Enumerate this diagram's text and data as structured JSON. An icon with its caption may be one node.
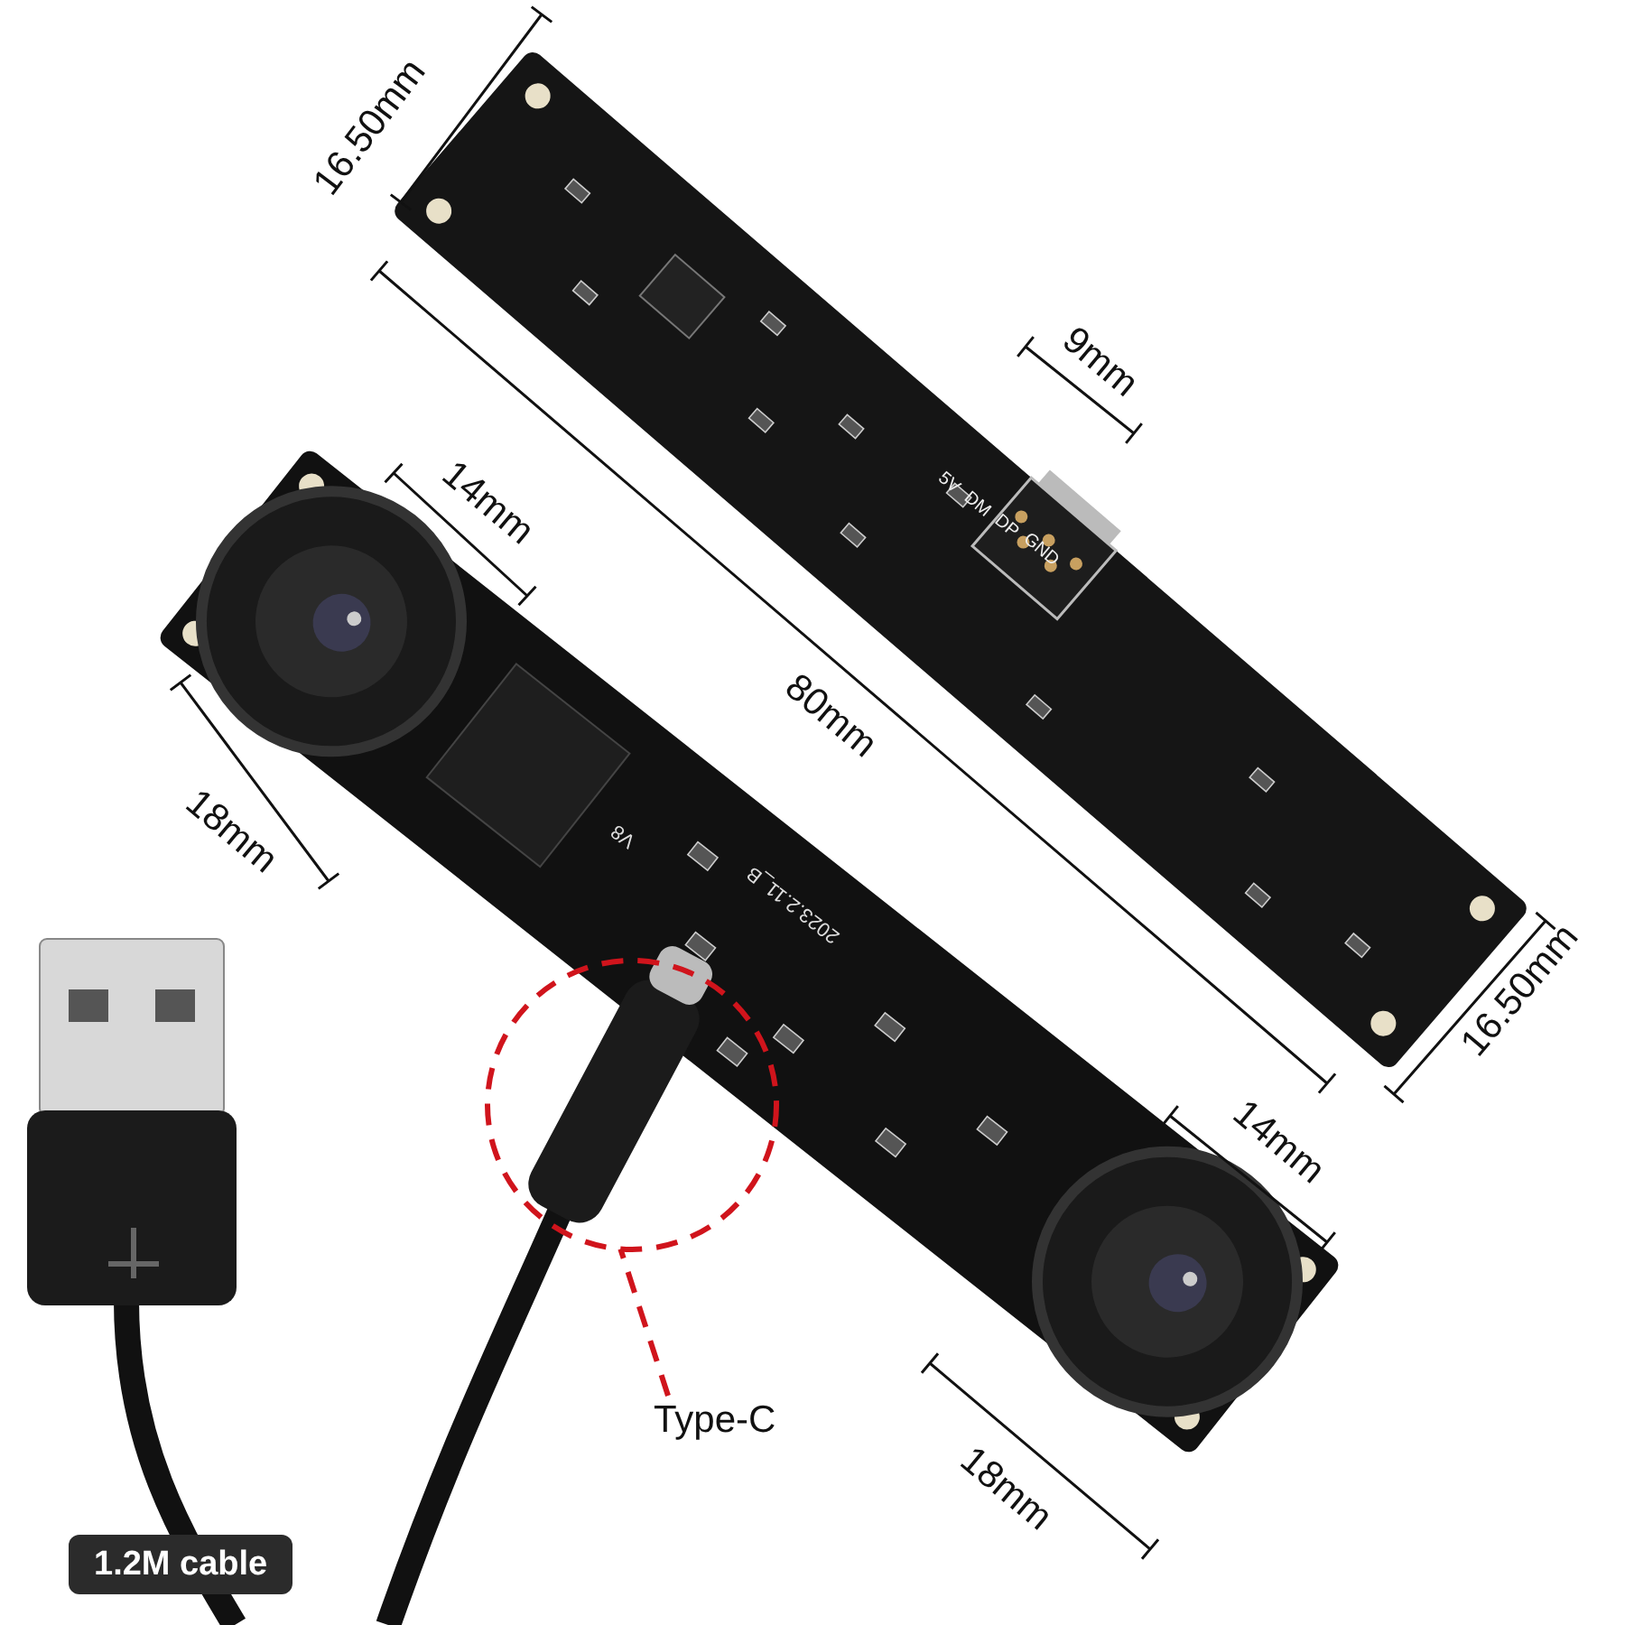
{
  "diagram": {
    "nodes": [
      {
        "text": [
          "Type-C"
        ]
      },
      {
        "text": [],
        "shape": "circle"
      }
    ],
    "edges": [
      {
        "from": 0,
        "to": 1,
        "arrow": "none",
        "style": "dashed",
        "color": "#d0141c"
      }
    ],
    "labels": [
      "16.50mm",
      "9mm",
      "5V",
      "DM",
      "DP",
      "GND",
      "14mm",
      "80mm",
      "18mm",
      "V8",
      "2023.2.11_B",
      "16.50mm",
      "14mm",
      "18mm",
      "1.2M cable"
    ]
  }
}
